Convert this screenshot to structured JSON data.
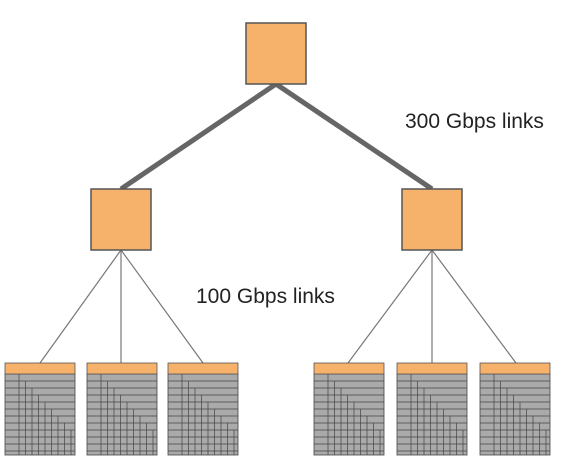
{
  "labels": {
    "top_links": "300 Gbps links",
    "bottom_links": "100 Gbps links"
  },
  "colors": {
    "switch_fill": "#F6B26B",
    "switch_stroke": "#555555",
    "thick_link": "#666666",
    "thin_link": "#777777",
    "rack_body": "#AAAAAA",
    "rack_lines": "#444444"
  },
  "nodes": {
    "root": "root-switch",
    "aggregation": [
      "aggregation-switch-left",
      "aggregation-switch-right"
    ],
    "racks": [
      "server-rack",
      "server-rack",
      "server-rack",
      "server-rack",
      "server-rack",
      "server-rack"
    ]
  }
}
